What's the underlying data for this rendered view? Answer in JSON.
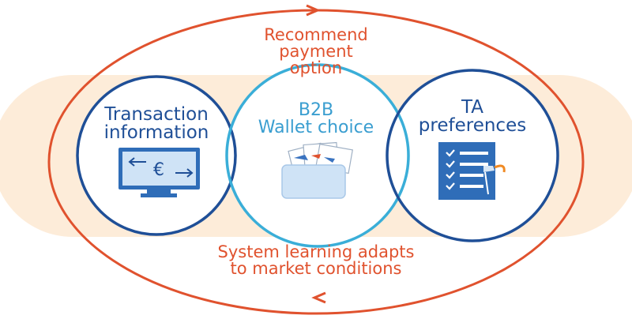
{
  "diagram": {
    "outer_loop": {
      "top_label_lines": [
        "Recommend",
        "payment",
        "option"
      ],
      "bottom_label_lines": [
        "System learning adapts",
        "to market conditions"
      ]
    },
    "circles": [
      {
        "id": "transaction",
        "title_lines": [
          "Transaction",
          "information"
        ],
        "icon": "monitor-euro-icon"
      },
      {
        "id": "wallet",
        "title_lines": [
          "B2B",
          "Wallet choice"
        ],
        "icon": "wallet-cards-icon"
      },
      {
        "id": "ta",
        "title_lines": [
          "TA",
          "preferences"
        ],
        "icon": "checklist-icon"
      }
    ],
    "currency_symbol": "€",
    "colors": {
      "loop": "#e0522e",
      "band": "#fdecd9",
      "navy_circle": "#1f4f97",
      "cyan_circle": "#3aaed8",
      "icon_blue": "#2f6db8",
      "icon_light": "#cfe3f6",
      "accent_orange": "#f08a24"
    }
  }
}
